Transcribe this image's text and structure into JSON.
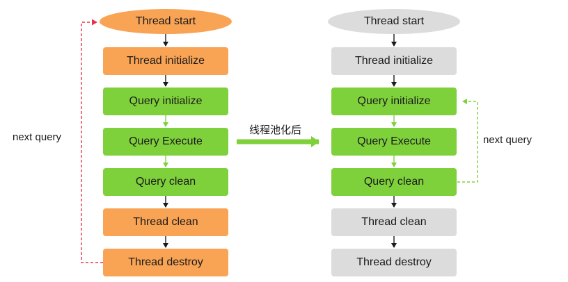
{
  "colors": {
    "orange": "#f9a354",
    "green": "#7fd13b",
    "gray": "#dcdcdc",
    "dashed_red": "#e8324a",
    "dashed_green": "#7fd13b"
  },
  "left": {
    "start": "Thread start",
    "thread_initialize": "Thread initialize",
    "query_initialize": "Query initialize",
    "query_execute": "Query Execute",
    "query_clean": "Query clean",
    "thread_clean": "Thread clean",
    "thread_destroy": "Thread destroy",
    "loop_label": "next query"
  },
  "middle": {
    "transition_label": "线程池化后"
  },
  "right": {
    "start": "Thread start",
    "thread_initialize": "Thread initialize",
    "query_initialize": "Query initialize",
    "query_execute": "Query Execute",
    "query_clean": "Query clean",
    "thread_clean": "Thread clean",
    "thread_destroy": "Thread destroy",
    "loop_label": "next query"
  }
}
